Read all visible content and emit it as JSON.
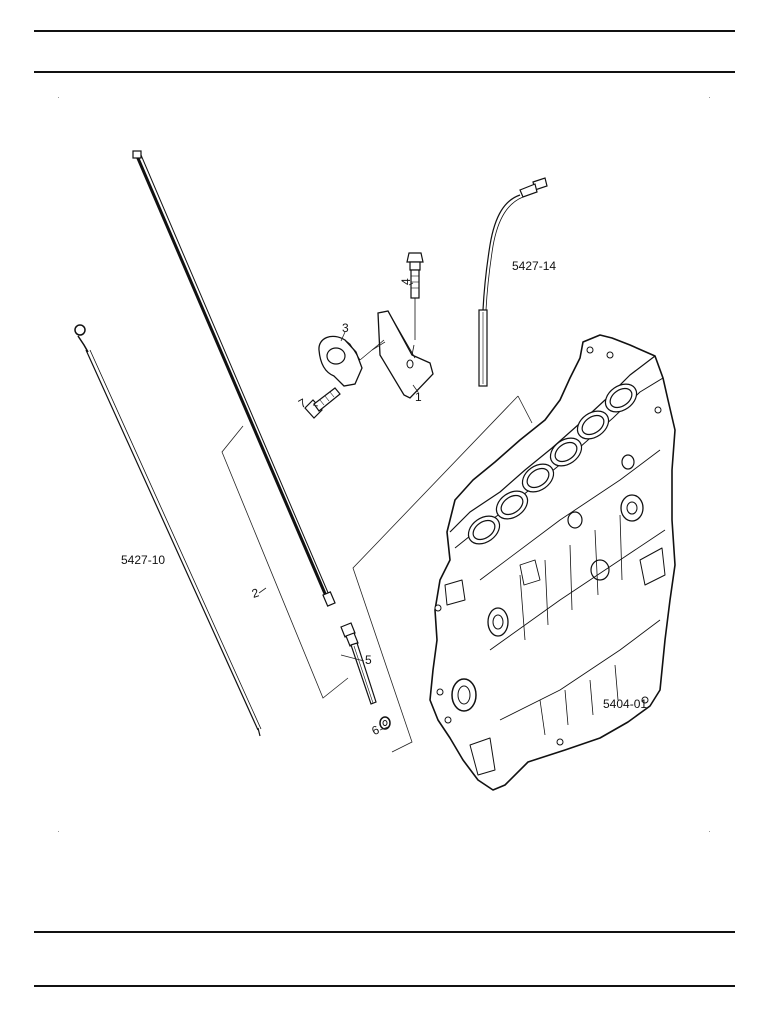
{
  "diagram": {
    "callouts": {
      "item1": "1",
      "item2": "2",
      "item3": "3",
      "item4": "4",
      "item5": "5",
      "item6": "6",
      "item7": "7",
      "ref_5427_10": "5427-10",
      "ref_5427_14": "5427-14",
      "ref_5404_01": "5404-01"
    }
  }
}
